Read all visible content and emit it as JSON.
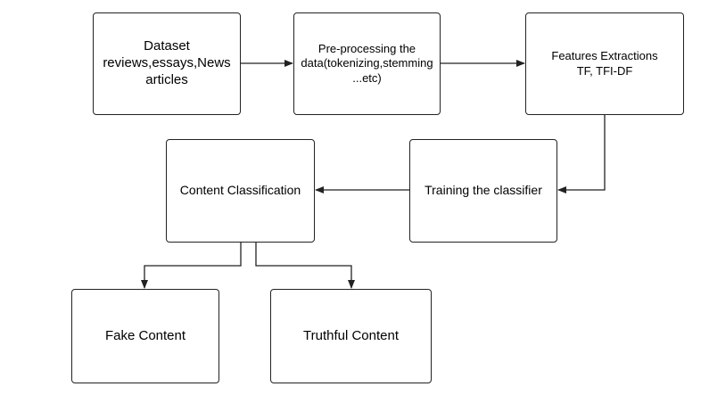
{
  "diagram": {
    "nodes": [
      {
        "id": "dataset",
        "label": "Dataset\nreviews,essays,News\narticles"
      },
      {
        "id": "preprocessing",
        "label": "Pre-processing the\ndata(tokenizing,stemming\n...etc)"
      },
      {
        "id": "features",
        "label": "Features Extractions\nTF, TFI-DF"
      },
      {
        "id": "training",
        "label": "Training the classifier"
      },
      {
        "id": "classification",
        "label": "Content Classification"
      },
      {
        "id": "fake",
        "label": "Fake Content"
      },
      {
        "id": "truthful",
        "label": "Truthful Content"
      }
    ],
    "edges": [
      {
        "from": "dataset",
        "to": "preprocessing"
      },
      {
        "from": "preprocessing",
        "to": "features"
      },
      {
        "from": "features",
        "to": "training"
      },
      {
        "from": "training",
        "to": "classification"
      },
      {
        "from": "classification",
        "to": "fake"
      },
      {
        "from": "classification",
        "to": "truthful"
      }
    ],
    "colors": {
      "stroke": "#222222",
      "fill": "#ffffff"
    }
  }
}
